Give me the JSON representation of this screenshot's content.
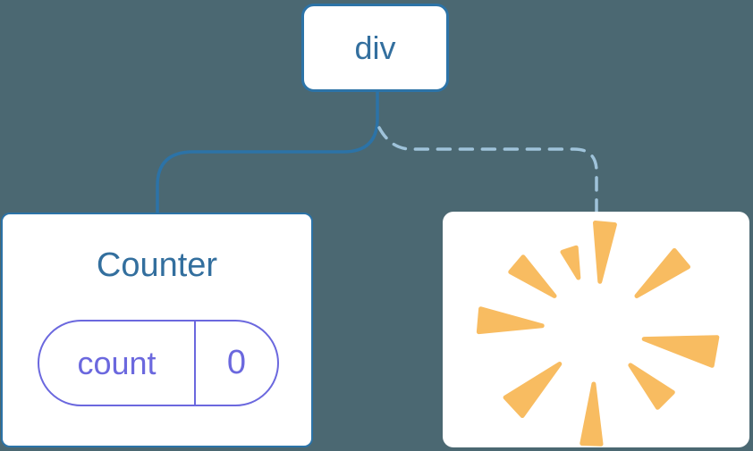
{
  "colors": {
    "background": "#4b6872",
    "node_bg": "#ffffff",
    "node_border_blue": "#2c73a7",
    "node_text_blue": "#336f9e",
    "solid_edge": "#2c73a7",
    "dashed_edge": "#9fc3da",
    "state_purple": "#6b68de",
    "poof_orange": "#f8bc61"
  },
  "tree": {
    "root": {
      "label": "div"
    },
    "children": [
      {
        "title": "Counter",
        "edge_style": "solid",
        "state_pill": {
          "name": "count",
          "value": "0"
        }
      },
      {
        "icon": "poof-icon",
        "edge_style": "dashed"
      }
    ]
  }
}
